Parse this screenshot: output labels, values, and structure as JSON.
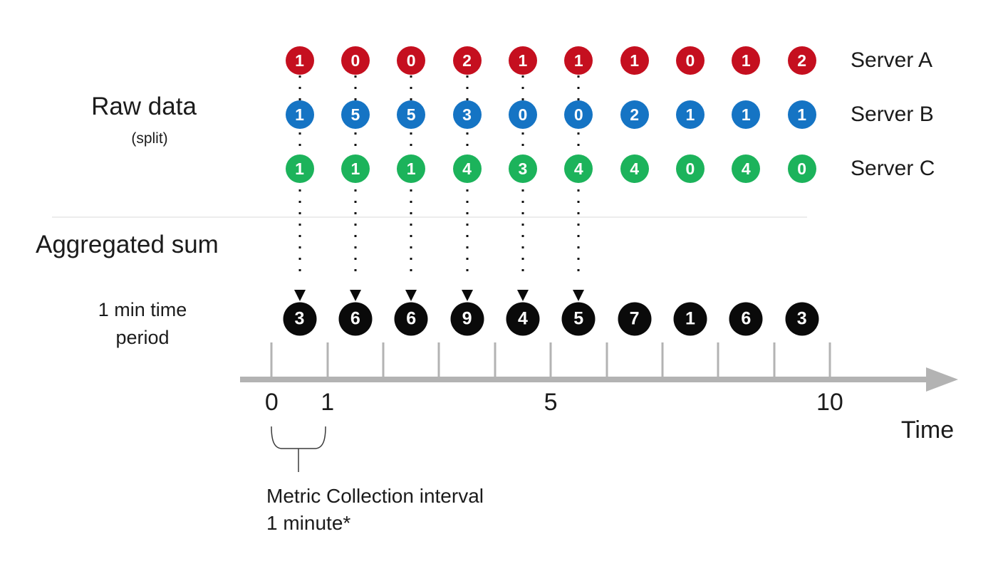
{
  "labels": {
    "raw_data": "Raw data",
    "split": "(split)",
    "aggregated_sum": "Aggregated sum",
    "time_period_line1": "1 min time",
    "time_period_line2": "period",
    "time_axis": "Time",
    "annotation_line1": "Metric Collection interval",
    "annotation_line2": "1 minute*"
  },
  "colors": {
    "server_a": "#C50F1F",
    "server_b": "#1574C4",
    "server_c": "#1CB35B",
    "aggregate": "#0a0a0a",
    "axis": "#b3b3b3",
    "divider": "#ececec"
  },
  "chart_data": {
    "type": "diagram",
    "title": "Raw data (split) aggregated to sum per 1 min time period",
    "series": [
      {
        "name": "Server A",
        "color": "#C50F1F",
        "values": [
          1,
          0,
          0,
          2,
          1,
          1,
          1,
          0,
          1,
          2
        ]
      },
      {
        "name": "Server B",
        "color": "#1574C4",
        "values": [
          1,
          5,
          5,
          3,
          0,
          0,
          2,
          1,
          1,
          1
        ]
      },
      {
        "name": "Server C",
        "color": "#1CB35B",
        "values": [
          1,
          1,
          1,
          4,
          3,
          4,
          4,
          0,
          4,
          0
        ]
      }
    ],
    "aggregated_sum": {
      "name": "Aggregated sum",
      "color": "#0a0a0a",
      "values": [
        3,
        6,
        6,
        9,
        4,
        5,
        7,
        1,
        6,
        3
      ]
    },
    "num_intervals": 10,
    "arrow_column_count": 6,
    "axis": {
      "ticks": [
        0,
        1,
        2,
        3,
        4,
        5,
        6,
        7,
        8,
        9,
        10
      ],
      "shown_tick_labels": [
        {
          "label": "0",
          "tick": 0
        },
        {
          "label": "1",
          "tick": 1
        },
        {
          "label": "5",
          "tick": 5
        },
        {
          "label": "10",
          "tick": 10
        }
      ],
      "xlabel": "Time"
    }
  }
}
